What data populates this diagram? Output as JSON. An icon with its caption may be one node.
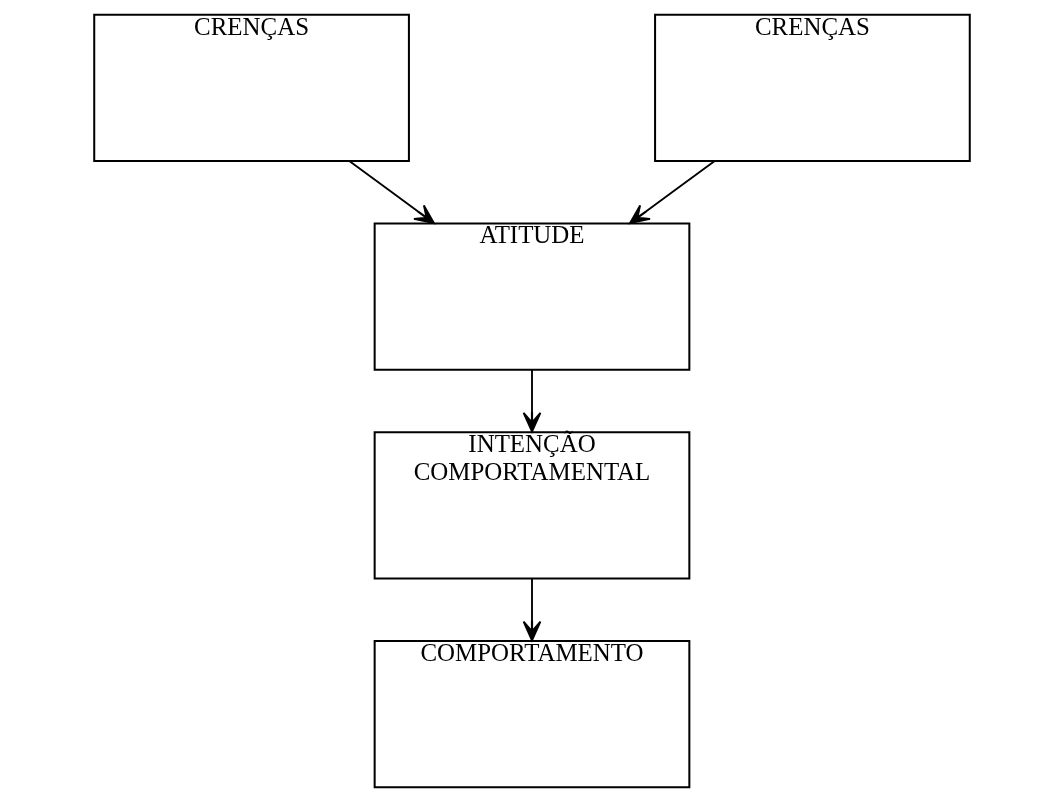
{
  "diagram": {
    "nodes": [
      {
        "text": [
          "CRENÇAS"
        ]
      },
      {
        "text": [
          "CRENÇAS"
        ]
      },
      {
        "text": [
          "ATITUDE"
        ]
      },
      {
        "text": [
          "INTENÇÃO COMPORTAMENTAL"
        ]
      },
      {
        "text": [
          "COMPORTAMENTO"
        ]
      }
    ],
    "edges": [
      {
        "from": 0,
        "to": 2,
        "arrow": "to"
      },
      {
        "from": 1,
        "to": 2,
        "arrow": "to"
      },
      {
        "from": 2,
        "to": 3,
        "arrow": "to"
      },
      {
        "from": 3,
        "to": 4,
        "arrow": "to"
      }
    ]
  }
}
